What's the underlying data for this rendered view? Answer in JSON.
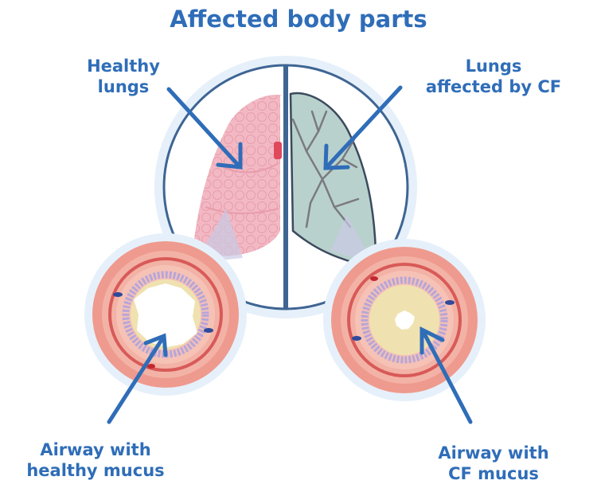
{
  "title": "Affected body parts",
  "labels": {
    "healthy_lungs": [
      "Healthy",
      "lungs"
    ],
    "cf_lungs": [
      "Lungs",
      "affected by CF"
    ],
    "healthy_airway": [
      "Airway with",
      "healthy mucus"
    ],
    "cf_airway": [
      "Airway with",
      "CF mucus"
    ]
  },
  "colors": {
    "label_text": "#2f6db8",
    "arrow": "#2f6db8",
    "healthy_lung": "#f2b9c4",
    "cf_lung": "#b9d1cc",
    "airway_wall": "#e8867e",
    "mucus_cf": "#efe2b0",
    "cilia": "#b7a6d8"
  }
}
